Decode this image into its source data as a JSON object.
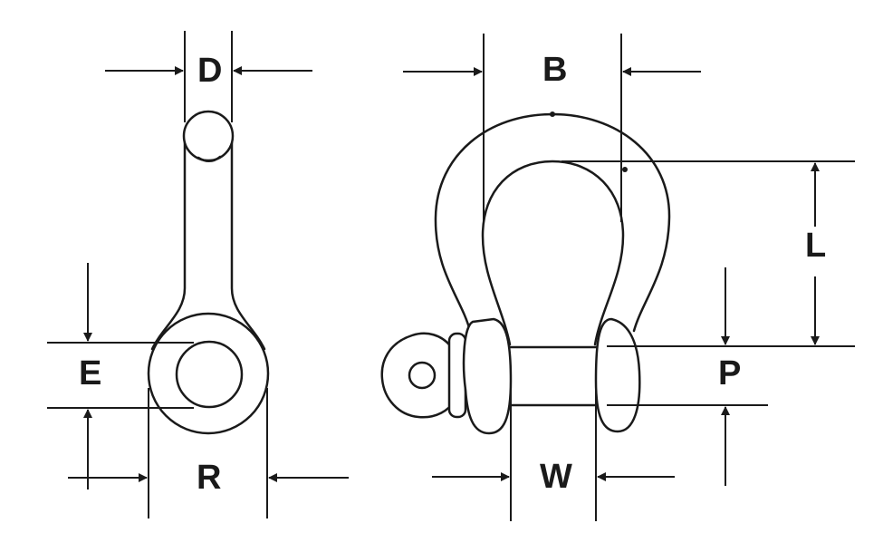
{
  "diagram": {
    "labels": {
      "D": "D",
      "E": "E",
      "R": "R",
      "B": "B",
      "L": "L",
      "P": "P",
      "W": "W"
    },
    "colors": {
      "line": "#1a1a1a",
      "background": "#ffffff"
    }
  }
}
